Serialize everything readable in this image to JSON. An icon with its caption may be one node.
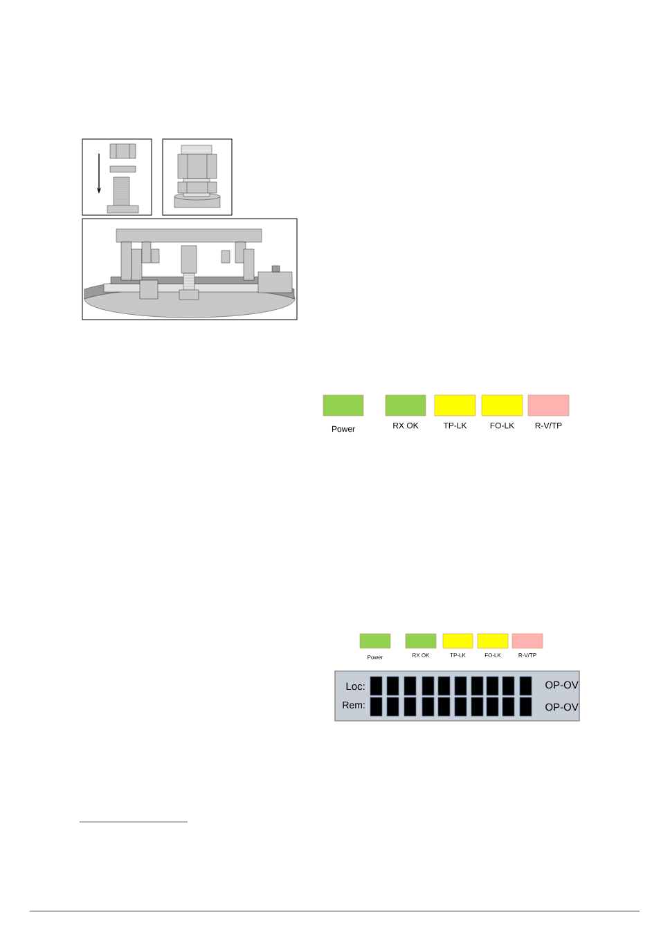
{
  "diagram": {
    "nodes": [
      {
        "text": [],
        "shape": "box",
        "beside": [
          "Power"
        ]
      },
      {
        "text": [],
        "shape": "box",
        "beside": [
          "RX OK"
        ]
      },
      {
        "text": [],
        "shape": "box",
        "beside": [
          "TP-LK"
        ]
      },
      {
        "text": [],
        "shape": "box",
        "beside": [
          "FO-LK"
        ]
      },
      {
        "text": [],
        "shape": "box",
        "beside": [
          "R-V/TP"
        ]
      },
      {
        "text": [],
        "shape": "box",
        "beside": [
          "Power"
        ]
      },
      {
        "text": [],
        "shape": "box",
        "beside": [
          "RX OK"
        ]
      },
      {
        "text": [],
        "shape": "box",
        "beside": [
          "TP-LK"
        ]
      },
      {
        "text": [],
        "shape": "box",
        "beside": [
          "FO-LK"
        ]
      },
      {
        "text": [],
        "shape": "box",
        "beside": [
          "R-V/TP"
        ]
      },
      {
        "text": [
          "Loc:",
          "Rem:",
          "OP-OV",
          "OP-OV"
        ]
      }
    ]
  }
}
